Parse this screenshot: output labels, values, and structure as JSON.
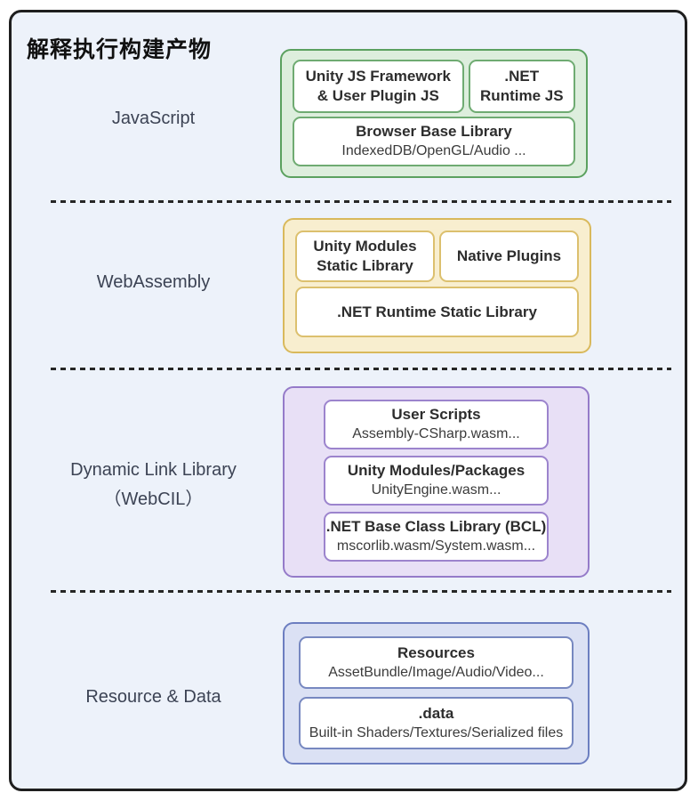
{
  "title": "解释执行构建产物",
  "colors": {
    "frame_border": "#1e1e1e",
    "canvas_background": "#edf2fa",
    "green_fill": "#ddeedd",
    "green_border": "#5ba15f",
    "yellow_fill": "#f8eecf",
    "yellow_border": "#d9b95c",
    "purple_fill": "#e8e0f6",
    "purple_border": "#957bc9",
    "blue_fill": "#dbe1f4",
    "blue_border": "#6c7ec0",
    "separator_dash": "#262626"
  },
  "sections": [
    {
      "label": "JavaScript",
      "theme": "green",
      "top_row": [
        {
          "line1": "Unity JS Framework",
          "line2": "& User Plugin JS"
        },
        {
          "line1": ".NET",
          "line2": "Runtime JS"
        }
      ],
      "bottom": {
        "title": "Browser Base Library",
        "subtitle": "IndexedDB/OpenGL/Audio ..."
      }
    },
    {
      "label": "WebAssembly",
      "theme": "yellow",
      "top_row": [
        {
          "line1": "Unity Modules",
          "line2": "Static Library"
        },
        {
          "line1": "Native Plugins"
        }
      ],
      "bottom": {
        "title": ".NET Runtime Static Library"
      }
    },
    {
      "label_line1": "Dynamic Link Library",
      "label_line2": "（WebCIL）",
      "theme": "purple",
      "stack": [
        {
          "title": "User Scripts",
          "subtitle": "Assembly-CSharp.wasm..."
        },
        {
          "title": "Unity Modules/Packages",
          "subtitle": "UnityEngine.wasm..."
        },
        {
          "title": ".NET Base Class Library (BCL)",
          "subtitle": "mscorlib.wasm/System.wasm..."
        }
      ]
    },
    {
      "label": "Resource & Data",
      "theme": "blue",
      "stack": [
        {
          "title": "Resources",
          "subtitle": "AssetBundle/Image/Audio/Video..."
        },
        {
          "title": ".data",
          "subtitle": "Built-in Shaders/Textures/Serialized files"
        }
      ]
    }
  ]
}
